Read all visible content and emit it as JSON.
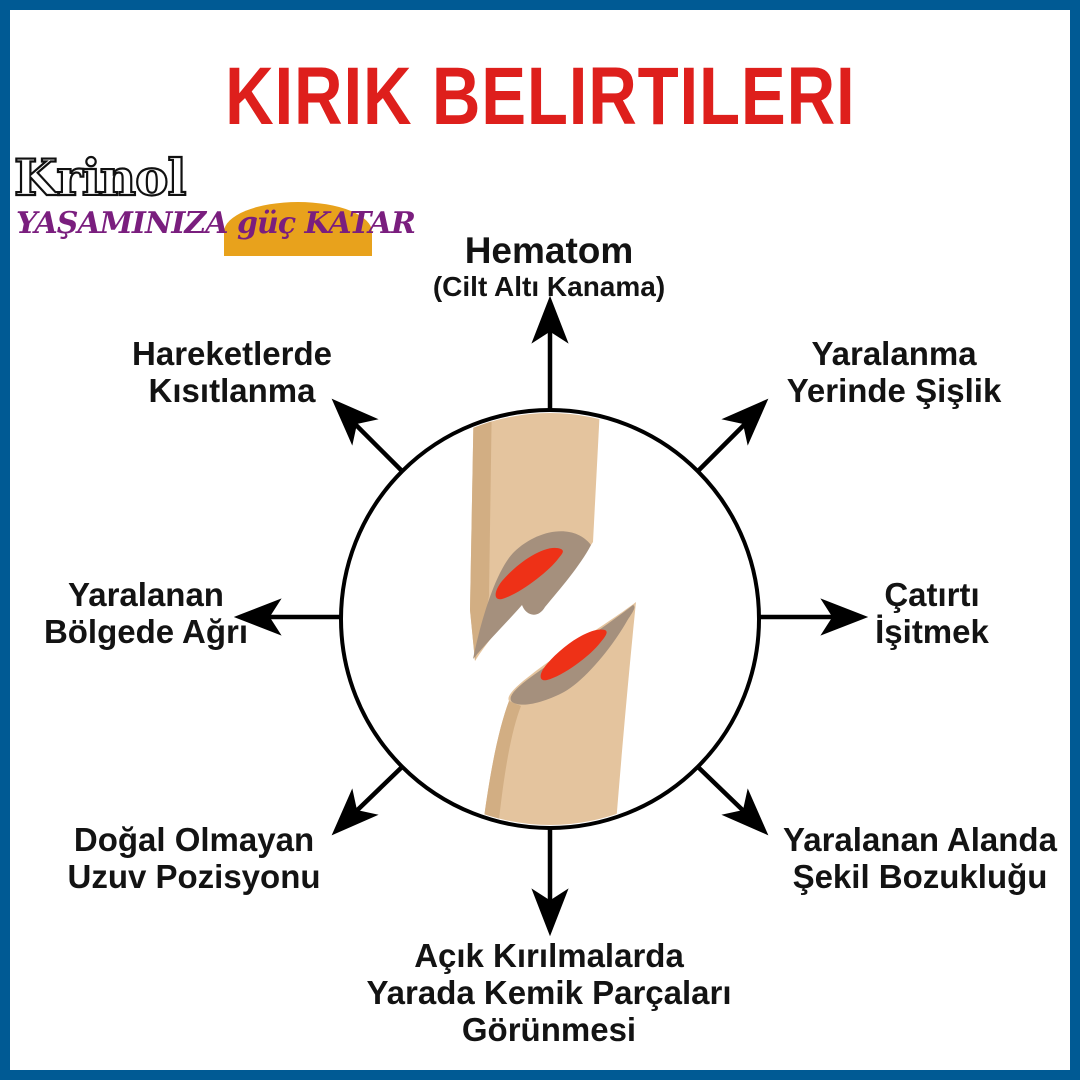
{
  "title": "KIRIK BELIRTILERI",
  "logo": {
    "brand": "Krinol",
    "tagline": "YAŞAMINIZA güç KATAR",
    "brand_outline_color": "#111111",
    "tagline_color": "#7a1e7e",
    "sun_shape_color": "#e8a21c"
  },
  "colors": {
    "frame_border": "#005a94",
    "title_red": "#de1f1c",
    "label_text": "#131313",
    "bone_tan": "#e4c49e",
    "bone_shade": "#d2ae83",
    "bone_marrow_gray": "#a5907d",
    "bone_marrow_red": "#ee3117",
    "line_black": "#000000"
  },
  "diagram": {
    "center_illustration": "broken-bone-in-circle",
    "spoke_count": 8
  },
  "labels": {
    "top": {
      "line1": "Hematom",
      "line2": "(Cilt Altı Kanama)"
    },
    "top_left": {
      "line1": "Hareketlerde",
      "line2": "Kısıtlanma"
    },
    "top_right": {
      "line1": "Yaralanma",
      "line2": "Yerinde Şişlik"
    },
    "left": {
      "line1": "Yaralanan",
      "line2": "Bölgede Ağrı"
    },
    "right": {
      "line1": "Çatırtı",
      "line2": "İşitmek"
    },
    "bottom_left": {
      "line1": "Doğal Olmayan",
      "line2": "Uzuv Pozisyonu"
    },
    "bottom_right": {
      "line1": "Yaralanan Alanda",
      "line2": "Şekil Bozukluğu"
    },
    "bottom": {
      "line1": "Açık Kırılmalarda",
      "line2": "Yarada Kemik Parçaları",
      "line3": "Görünmesi"
    }
  }
}
